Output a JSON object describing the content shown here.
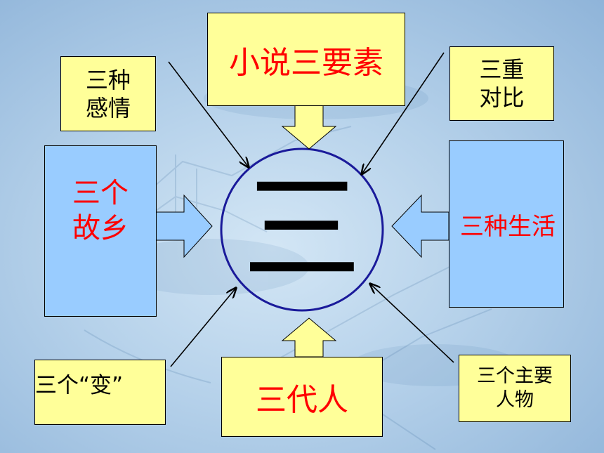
{
  "center": {
    "text": "三"
  },
  "nodes": {
    "top": {
      "text": "小说三要素"
    },
    "top_left": {
      "lines": [
        "三种",
        "感情"
      ]
    },
    "top_right": {
      "lines": [
        "三重",
        "对比"
      ]
    },
    "left": {
      "lines": [
        "三个",
        "故乡"
      ]
    },
    "right": {
      "text": "三种生活"
    },
    "bottom": {
      "text": "三代人"
    },
    "bottom_left": {
      "text": "三个“变”"
    },
    "bottom_right": {
      "lines": [
        "三个主要",
        "人物"
      ]
    }
  },
  "colors": {
    "yellow_box": "#ffff99",
    "blue_box": "#99ccff",
    "circle_stroke": "#1a1a9a",
    "red_text": "#ff0000"
  }
}
